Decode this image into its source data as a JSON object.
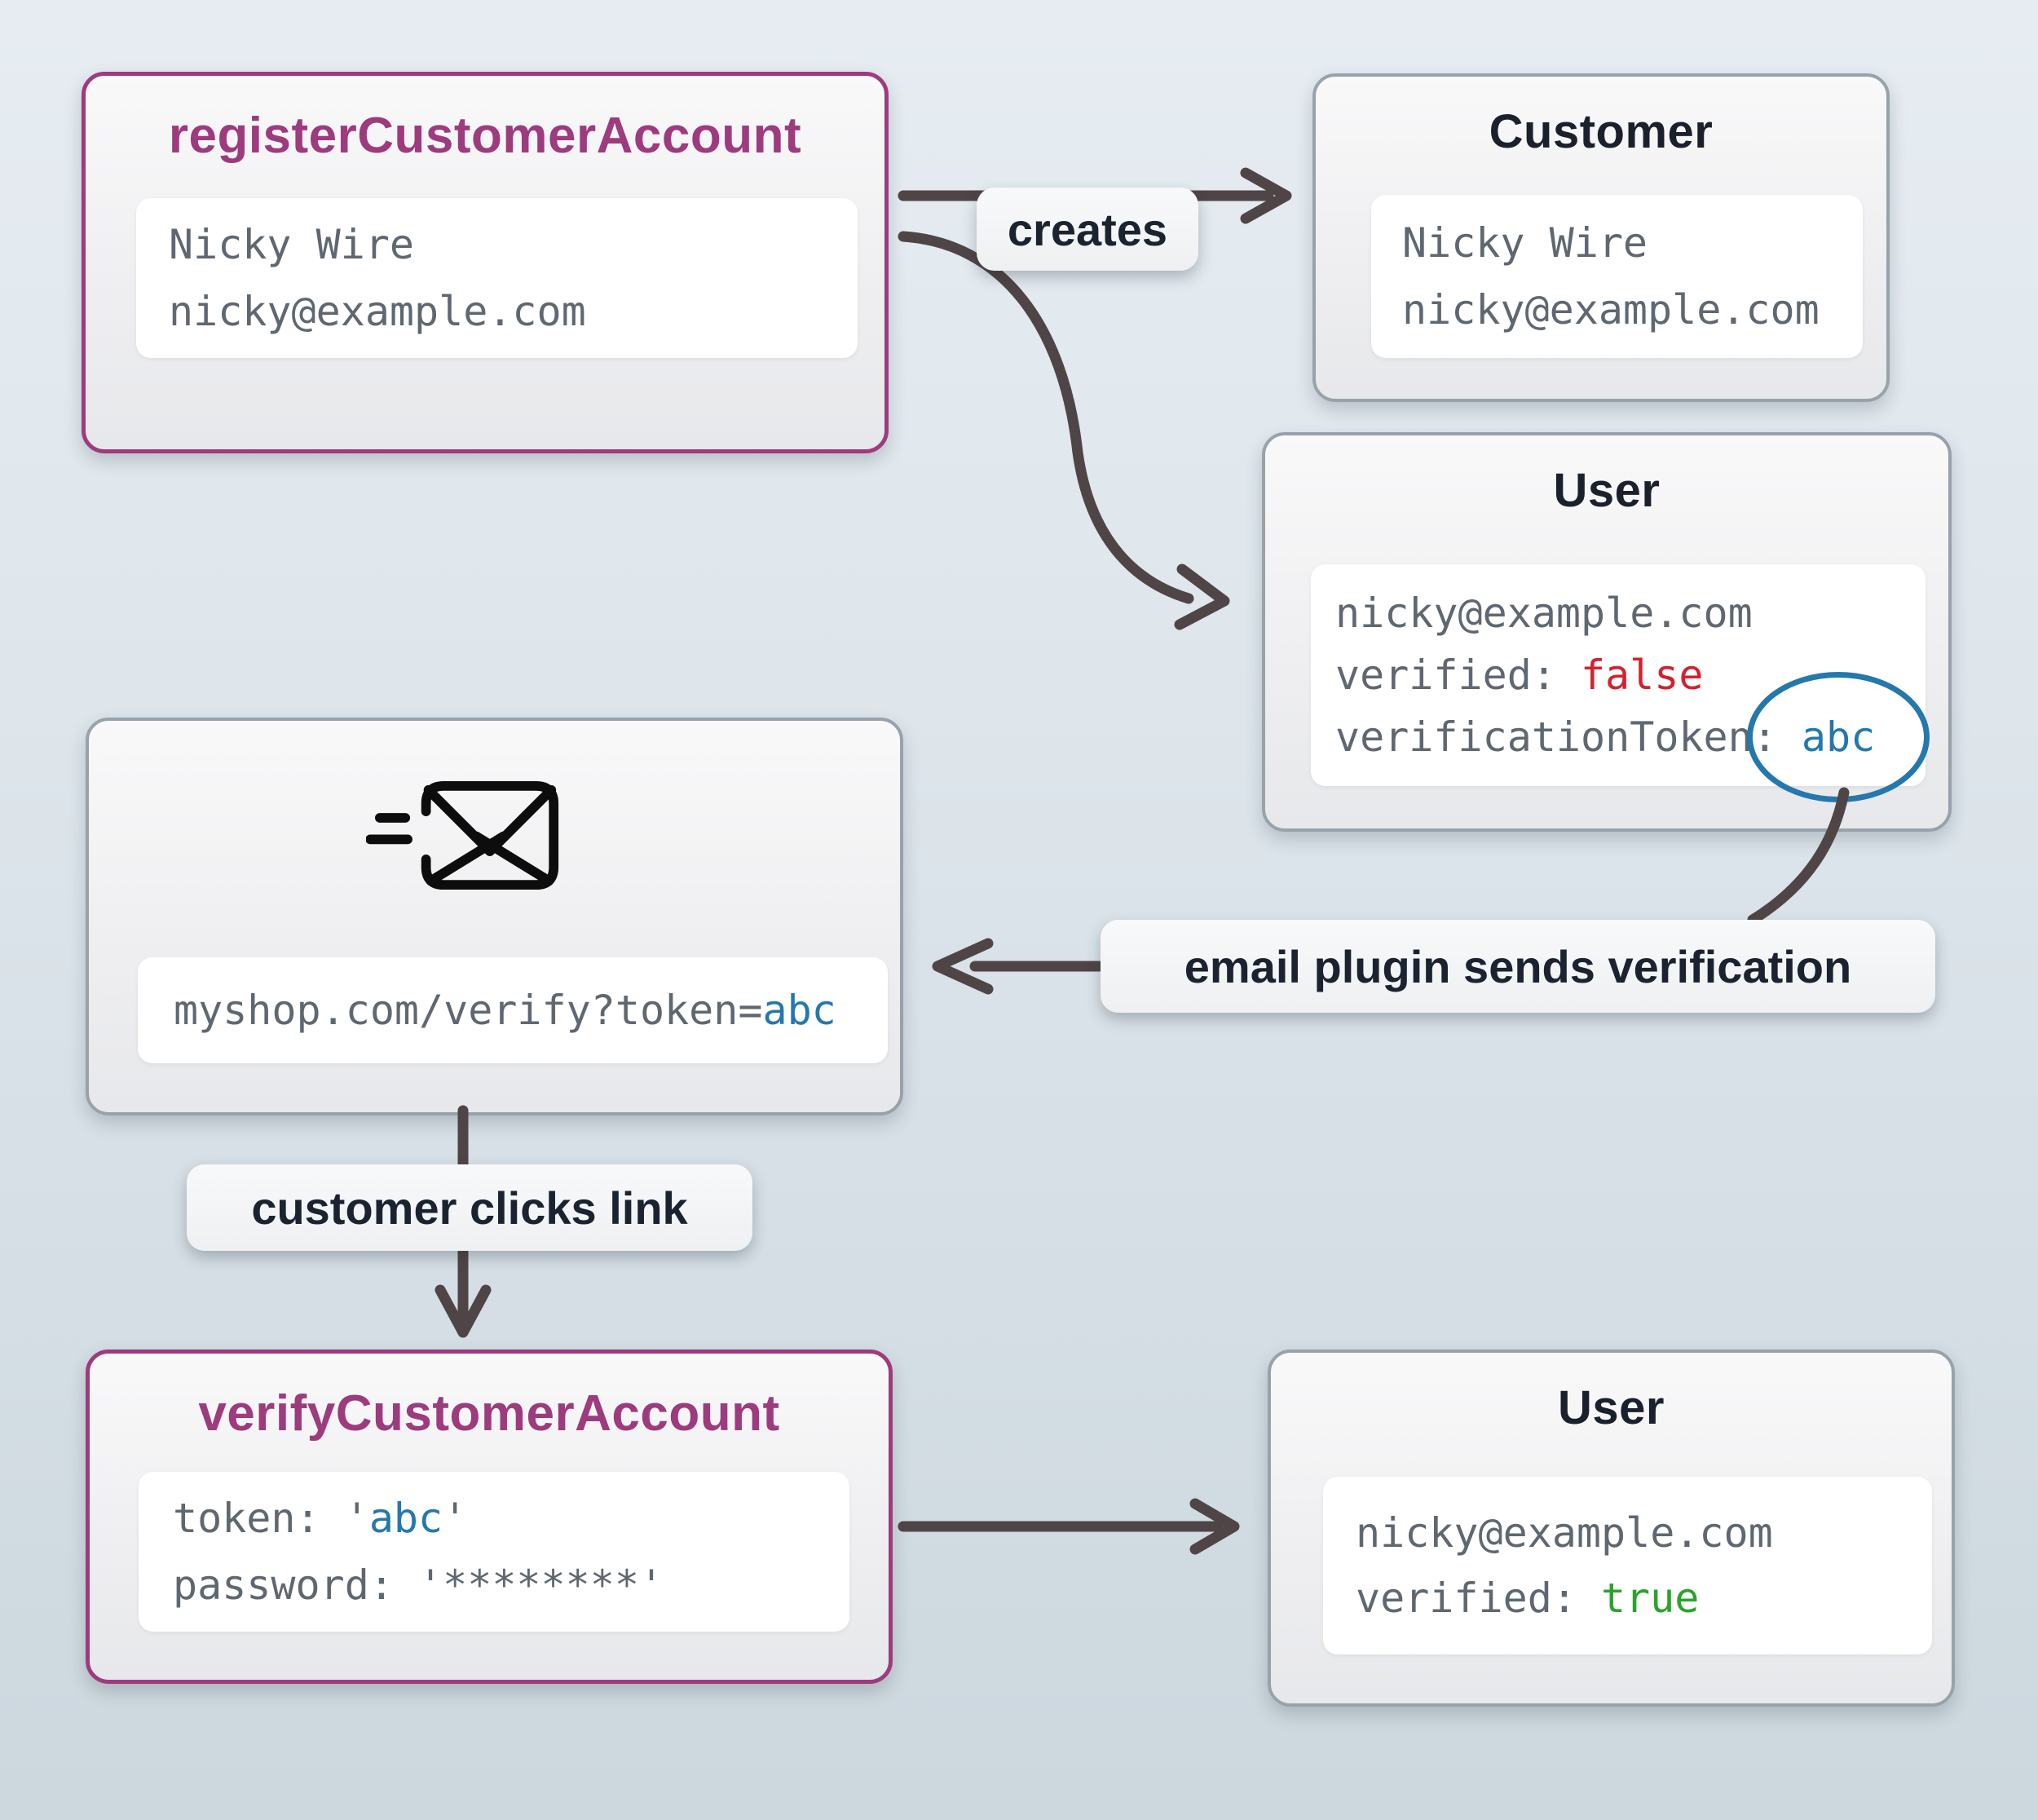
{
  "colors": {
    "accent_purple": "#9d3b7e",
    "neutral_border": "#98a2aa",
    "arrow": "#4f4546",
    "token_blue": "#2478ad",
    "false_red": "#d5202d",
    "true_green": "#2aa32a",
    "mono_gray": "#5f6871",
    "title_dark": "#1a202c"
  },
  "nodes": {
    "register": {
      "title": "registerCustomerAccount",
      "line1": "Nicky Wire",
      "line2": "nicky@example.com"
    },
    "customer": {
      "title": "Customer",
      "line1": "Nicky Wire",
      "line2": "nicky@example.com"
    },
    "user_unverified": {
      "title": "User",
      "email": "nicky@example.com",
      "verified_label": "verified:",
      "verified_value": "false",
      "token_label": "verificationToken:",
      "token_value": "abc"
    },
    "email_message": {
      "icon": "send-email-icon",
      "url_prefix": "myshop.com/verify?token=",
      "url_token": "abc"
    },
    "verify": {
      "title": "verifyCustomerAccount",
      "token_prefix": "token: '",
      "token_value": "abc",
      "token_suffix": "'",
      "password_line": "password: '********'"
    },
    "user_verified": {
      "title": "User",
      "email": "nicky@example.com",
      "verified_label": "verified:",
      "verified_value": "true"
    }
  },
  "edge_labels": {
    "creates": "creates",
    "email_plugin": "email plugin sends verification",
    "customer_clicks": "customer clicks link"
  }
}
